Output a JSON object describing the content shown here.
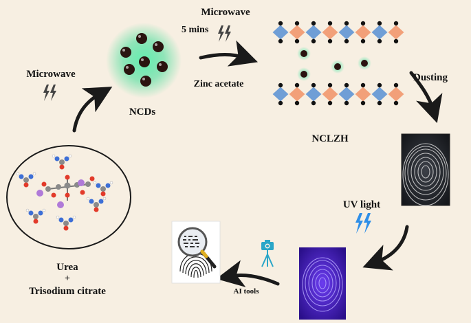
{
  "labels": {
    "microwave_left": "Microwave",
    "ncds": "NCDs",
    "microwave_top": "Microwave",
    "five_mins": "5 mins",
    "zinc_acetate": "Zinc acetate",
    "nclzh": "NCLZH",
    "dusting": "Dusting",
    "uv_light": "UV light",
    "ai_tools": "AI tools",
    "urea": "Urea",
    "plus": "+",
    "trisodium_citrate": "Trisodium citrate"
  },
  "colors": {
    "background": "#f7efe2",
    "arrow": "#1a1a1a",
    "glow": "#3ddc97",
    "layer_orange": "#f2a079",
    "layer_blue": "#6f9ed6",
    "uv_bolt": "#2f8fe8",
    "camera": "#2aa6c8",
    "uv_print": "#3a1aa8"
  },
  "icons": [
    "lightning-icon",
    "camera-tripod-icon",
    "magnifier-icon",
    "fingerprint-icon"
  ]
}
